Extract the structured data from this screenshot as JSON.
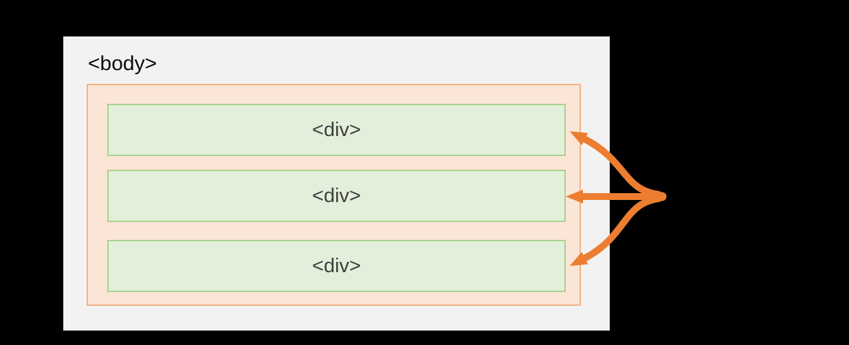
{
  "diagram": {
    "body_label": "<body>",
    "items": [
      {
        "label": "<div>"
      },
      {
        "label": "<div>"
      },
      {
        "label": "<div>"
      }
    ],
    "colors": {
      "canvas_background": "#000000",
      "card_background": "#F2F2F2",
      "container_fill": "#FBE5D6",
      "container_border": "#F4B183",
      "item_fill": "#E2EFDA",
      "item_border": "#A9D18E",
      "body_label_text": "#0B0B0B",
      "item_label_text": "#3F3F3F",
      "arrow": "#ED7D31"
    }
  }
}
